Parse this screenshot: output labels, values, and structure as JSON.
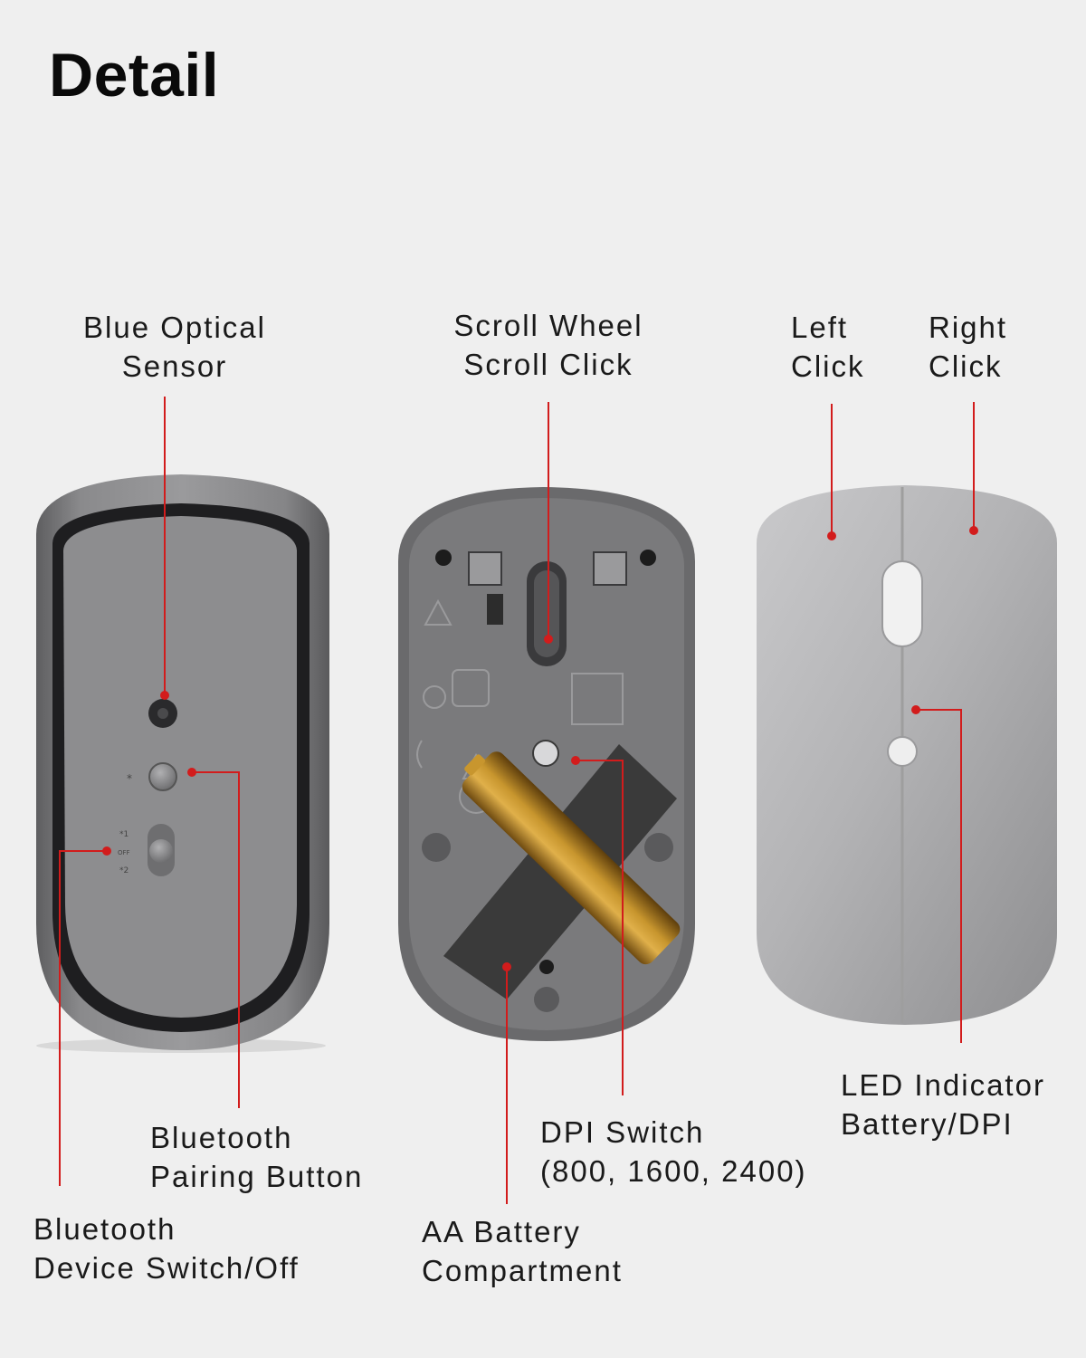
{
  "title": "Detail",
  "labels": {
    "blue_optical_sensor": "Blue Optical\nSensor",
    "scroll_wheel": "Scroll Wheel\nScroll Click",
    "left_click": "Left\nClick",
    "right_click": "Right\nClick",
    "bluetooth_pairing": "Bluetooth\nPairing Button",
    "bluetooth_switch": "Bluetooth\nDevice Switch/Off",
    "dpi_switch": "DPI Switch\n(800, 1600, 2400)",
    "aa_battery": "AA Battery\nCompartment",
    "led_indicator": "LED Indicator\nBattery/DPI"
  },
  "colors": {
    "background": "#efefef",
    "callout": "#d21c1c",
    "battery_gold": "#c8962e"
  }
}
